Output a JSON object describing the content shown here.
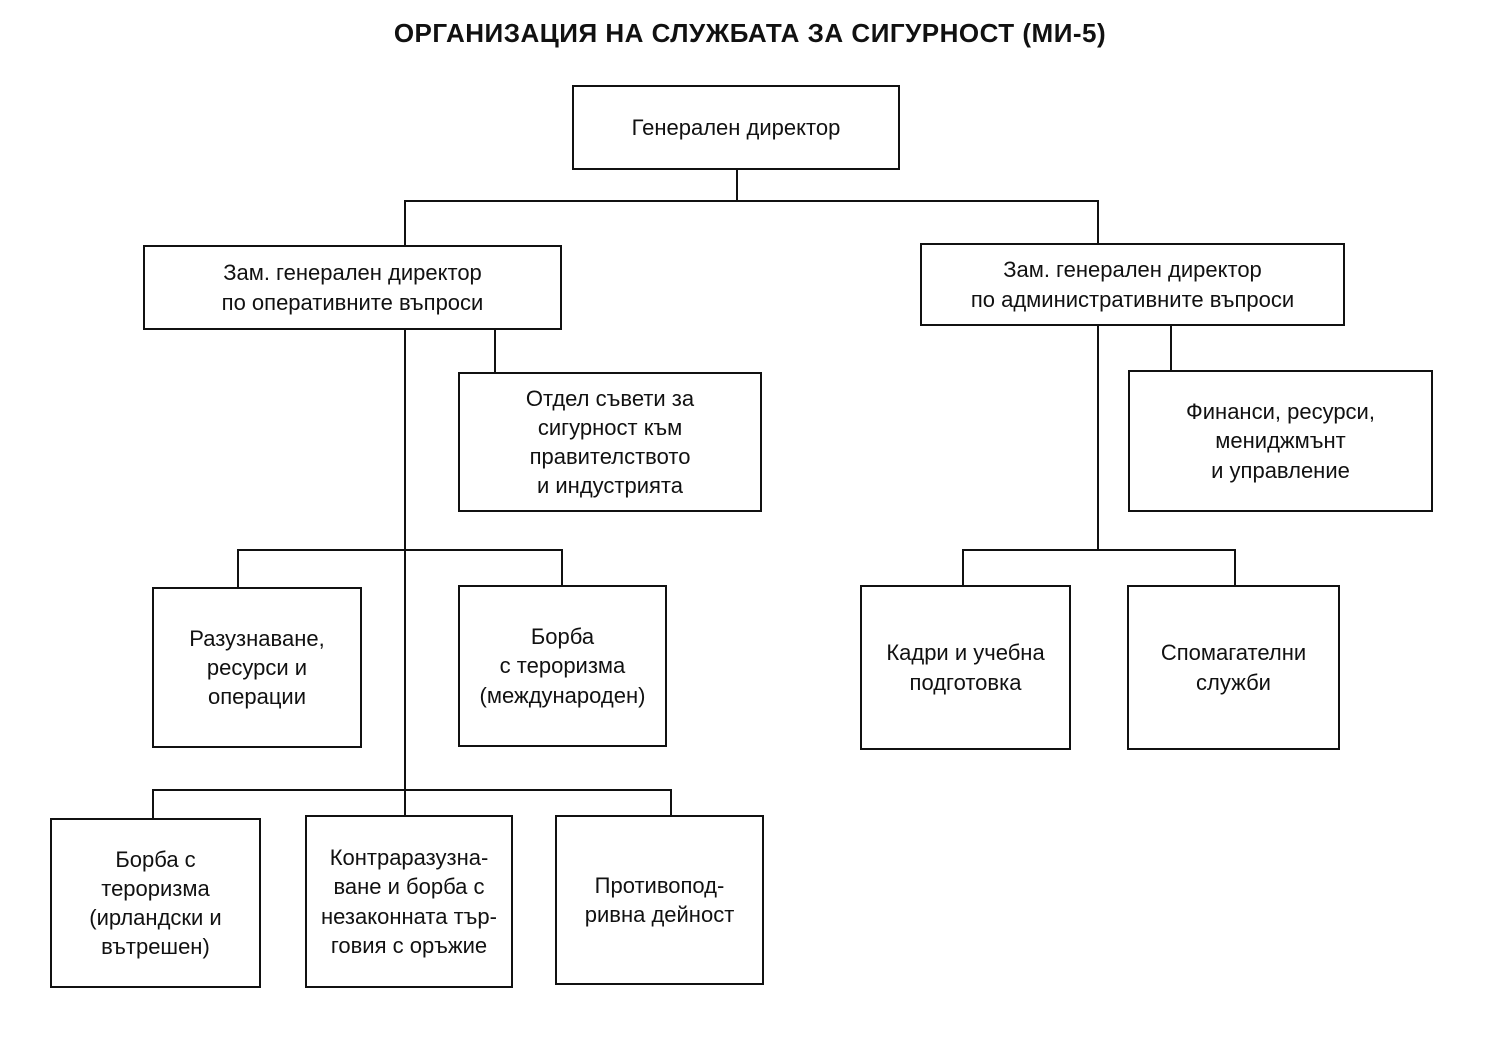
{
  "title": "ОРГАНИЗАЦИЯ НА СЛУЖБАТА ЗА СИГУРНОСТ (МИ-5)",
  "nodes": {
    "general_director": "Генерален директор",
    "deputy_operational": "Зам. генерален директор\nпо оперативните въпроси",
    "deputy_administrative": "Зам. генерален директор\nпо административните въпроси",
    "security_advice": "Отдел съвети за\nсигурност към\nправителството\nи индустрията",
    "finance": "Финанси, ресурси,\nмениджмънт\nи управление",
    "intelligence": "Разузнаване,\nресурси и\nоперации",
    "terrorism_international": "Борба\nс тероризма\n(международен)",
    "personnel": "Кадри и учебна\nподготовка",
    "support_services": "Спомагателни\nслужби",
    "terrorism_irish": "Борба с\nтероризма\n(ирландски и\nвътрешен)",
    "counterintelligence": "Контраразузна-\nване и борба с\nнезаконната тър-\nговия с оръжие",
    "subversion": "Противопод-\nривна дейност"
  },
  "colors": {
    "background": "#ffffff",
    "line": "#111111",
    "text": "#111111"
  }
}
